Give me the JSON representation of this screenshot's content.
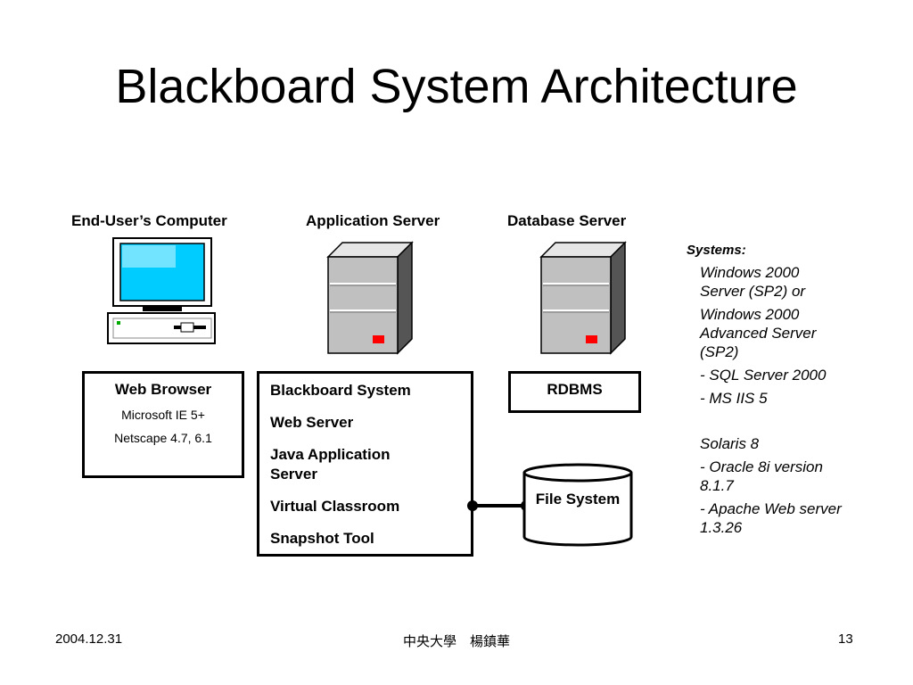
{
  "title": "Blackboard System Architecture",
  "columns": {
    "end_user": "End-User’s Computer",
    "app_server": "Application Server",
    "db_server": "Database Server"
  },
  "browser_box": {
    "heading": "Web Browser",
    "items": [
      "Microsoft IE 5+",
      "Netscape 4.7, 6.1"
    ]
  },
  "blackboard_box": {
    "items": [
      "Blackboard System",
      "Web Server",
      "Java Application Server",
      "Virtual Classroom",
      "Snapshot Tool"
    ]
  },
  "rdbms_box": {
    "label": "RDBMS"
  },
  "file_system": {
    "label": "File System"
  },
  "systems": {
    "heading": "Systems:",
    "windows": [
      "Windows 2000 Server (SP2) or",
      "Windows 2000 Advanced Server (SP2)",
      "- SQL Server 2000",
      "- MS IIS 5"
    ],
    "solaris": [
      "Solaris 8",
      "- Oracle 8i version 8.1.7",
      "- Apache Web server 1.3.26"
    ]
  },
  "footer": {
    "date": "2004.12.31",
    "author": "中央大學　楊鎮華",
    "page": "13"
  },
  "colors": {
    "server_body": "#c0c0c0",
    "server_led": "#ff0000",
    "monitor_screen": "#00ccff"
  }
}
